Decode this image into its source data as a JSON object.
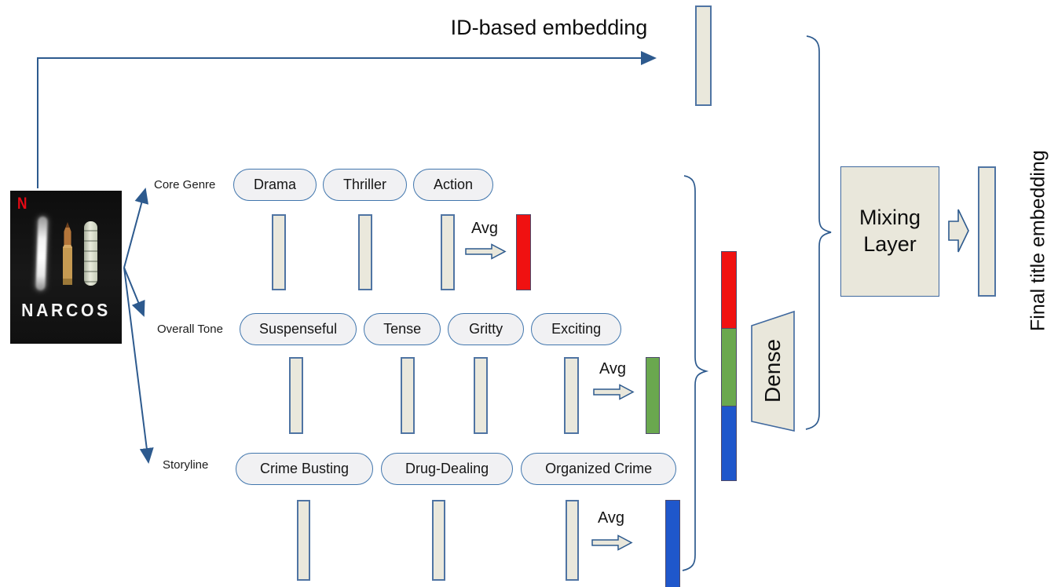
{
  "labels": {
    "id_embedding": "ID-based embedding",
    "final_embedding": "Final title embedding",
    "dense": "Dense",
    "mixing": "Mixing Layer",
    "avg": "Avg"
  },
  "poster": {
    "brand": "N",
    "title": "NARCOS"
  },
  "rows": [
    {
      "label": "Core Genre",
      "tags": [
        "Drama",
        "Thriller",
        "Action"
      ],
      "avg_color": "#f01111"
    },
    {
      "label": "Overall Tone",
      "tags": [
        "Suspenseful",
        "Tense",
        "Gritty",
        "Exciting"
      ],
      "avg_color": "#6aa84f"
    },
    {
      "label": "Storyline",
      "tags": [
        "Crime Busting",
        "Drug-Dealing",
        "Organized Crime"
      ],
      "avg_color": "#1f57cb"
    }
  ],
  "colors": {
    "stroke": "#2d5a8e",
    "bar_fill": "#eae8dc",
    "poster_accent": "#e50914"
  }
}
